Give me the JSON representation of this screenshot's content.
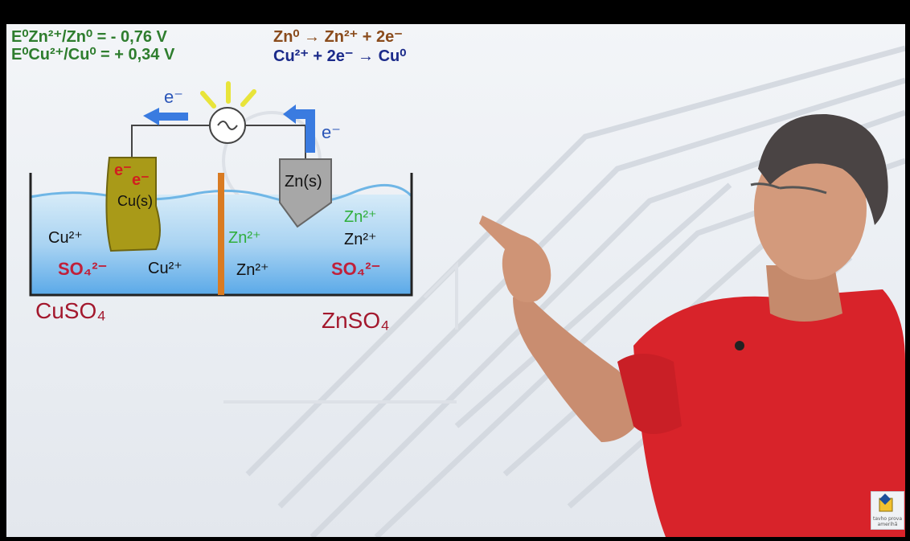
{
  "potentials": {
    "line1": "E⁰Zn²⁺/Zn⁰ = - 0,76 V",
    "line2": "E⁰Cu²⁺/Cu⁰ = + 0,34 V"
  },
  "reactions": {
    "oxidation": "Zn⁰ → Zn²⁺ + 2e⁻",
    "reduction": "Cu²⁺ + 2e⁻ → Cu⁰"
  },
  "labels": {
    "electron_left": "e⁻",
    "electron_right": "e⁻",
    "electrons_on_cu_1": "e⁻",
    "electrons_on_cu_2": "e⁻",
    "cu_electrode": "Cu(s)",
    "zn_electrode": "Zn(s)",
    "left_solution": "CuSO₄",
    "right_solution": "ZnSO₄"
  },
  "ions": {
    "left_cu_1": "Cu²⁺",
    "left_so4": "SO₄²⁻",
    "left_cu_2": "Cu²⁺",
    "right_zn_green_1": "Zn²⁺",
    "right_zn_green_2": "Zn²⁺",
    "right_zn_1": "Zn²⁺",
    "right_zn_2": "Zn²⁺",
    "right_so4": "SO₄²⁻"
  },
  "colors": {
    "potentials": "#2e7d2e",
    "oxidation": "#8a4b1c",
    "reduction": "#1b2a8a",
    "sulfate": "#c0203a",
    "zinc_ion_new": "#2fae3c",
    "arrow": "#3a7be0",
    "shirt": "#d8232a"
  },
  "logo": {
    "icon": "diamond-icon",
    "text": "tavho prova amerihã"
  }
}
